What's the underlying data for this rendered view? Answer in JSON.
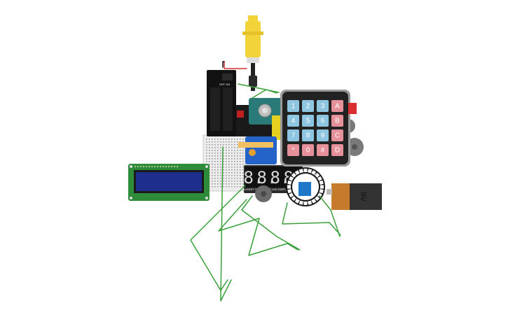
{
  "keypad": {
    "keys": [
      [
        "1",
        "2",
        "3",
        "A"
      ],
      [
        "4",
        "5",
        "6",
        "B"
      ],
      [
        "7",
        "8",
        "9",
        "C"
      ],
      [
        "*",
        "0",
        "#",
        "D"
      ]
    ],
    "colors": {
      "digit_key": "#8ec5e0",
      "letter_key": "#e6909a",
      "body": "#222222",
      "frame": "#9a9a9a"
    }
  },
  "seven_segment": {
    "digits": [
      "8.",
      "8.",
      "8.",
      "8."
    ],
    "label": "4-DIGIT 7-SEGMENT LED DISPLAY MODULE"
  },
  "battery": {
    "label": "9V",
    "colors": {
      "top": "#c57a2c",
      "body": "#333333"
    }
  },
  "battery_pack": {
    "switch_label": "OFF  ON"
  },
  "lcd": {
    "colors": {
      "pcb": "#2e8b3a",
      "screen": "#1e2e8c"
    }
  },
  "motor": {
    "colors": {
      "body": "#f2d43a"
    }
  },
  "wires": {
    "colors": {
      "green": "#3aa03a",
      "red": "#d03030",
      "black": "#111111"
    }
  }
}
